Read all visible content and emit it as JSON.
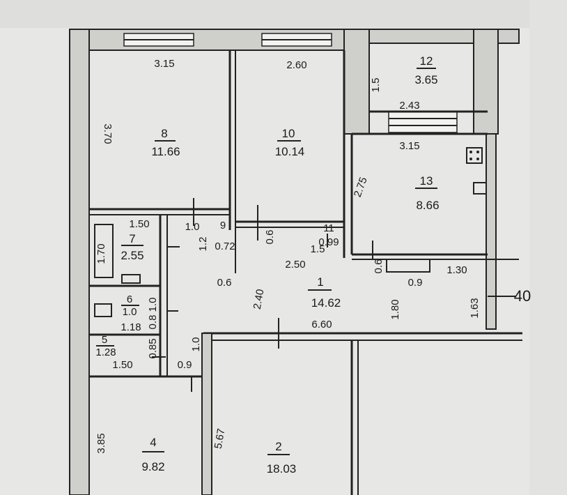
{
  "rooms": {
    "r8": {
      "num": "8",
      "area": "11.66"
    },
    "r10": {
      "num": "10",
      "area": "10.14"
    },
    "r12": {
      "num": "12",
      "area": "3.65"
    },
    "r13": {
      "num": "13",
      "area": "8.66"
    },
    "r7": {
      "num": "7",
      "area": "2.55"
    },
    "r9": {
      "num": "9",
      "area": "0.72"
    },
    "r11": {
      "num": "11",
      "area": "0.99"
    },
    "r1": {
      "num": "1",
      "area": "14.62"
    },
    "r6": {
      "num": "6",
      "area": "1.0"
    },
    "r5": {
      "num": "5",
      "area": "1.28"
    },
    "r4": {
      "num": "4",
      "area": "9.82"
    },
    "r2": {
      "num": "2",
      "area": "18.03"
    }
  },
  "dims": {
    "d315_top": "3.15",
    "d260_top": "2.60",
    "d370": "3.70",
    "d15": "1.5",
    "d243": "2.43",
    "d315_kitchen": "3.15",
    "d275": "2.75",
    "d150_a": "1.50",
    "d10_a": "1.0",
    "d12": "1.2",
    "d06_a": "0.6",
    "d15_b": "1.5",
    "d170": "1.70",
    "d250": "2.50",
    "d06_b": "0.6",
    "d06_c": "0.6",
    "d09_a": "0.9",
    "d130": "1.30",
    "d240": "2.40",
    "d180": "1.80",
    "d163": "1.63",
    "d40": "40",
    "d660": "6.60",
    "d10_b": "1.0",
    "d118": "1.18",
    "d08_a": "0.8",
    "d085": "0.85",
    "d10_c": "1.0",
    "d150_b": "1.50",
    "d09_b": "0.9",
    "d385": "3.85",
    "d567": "5.67"
  }
}
